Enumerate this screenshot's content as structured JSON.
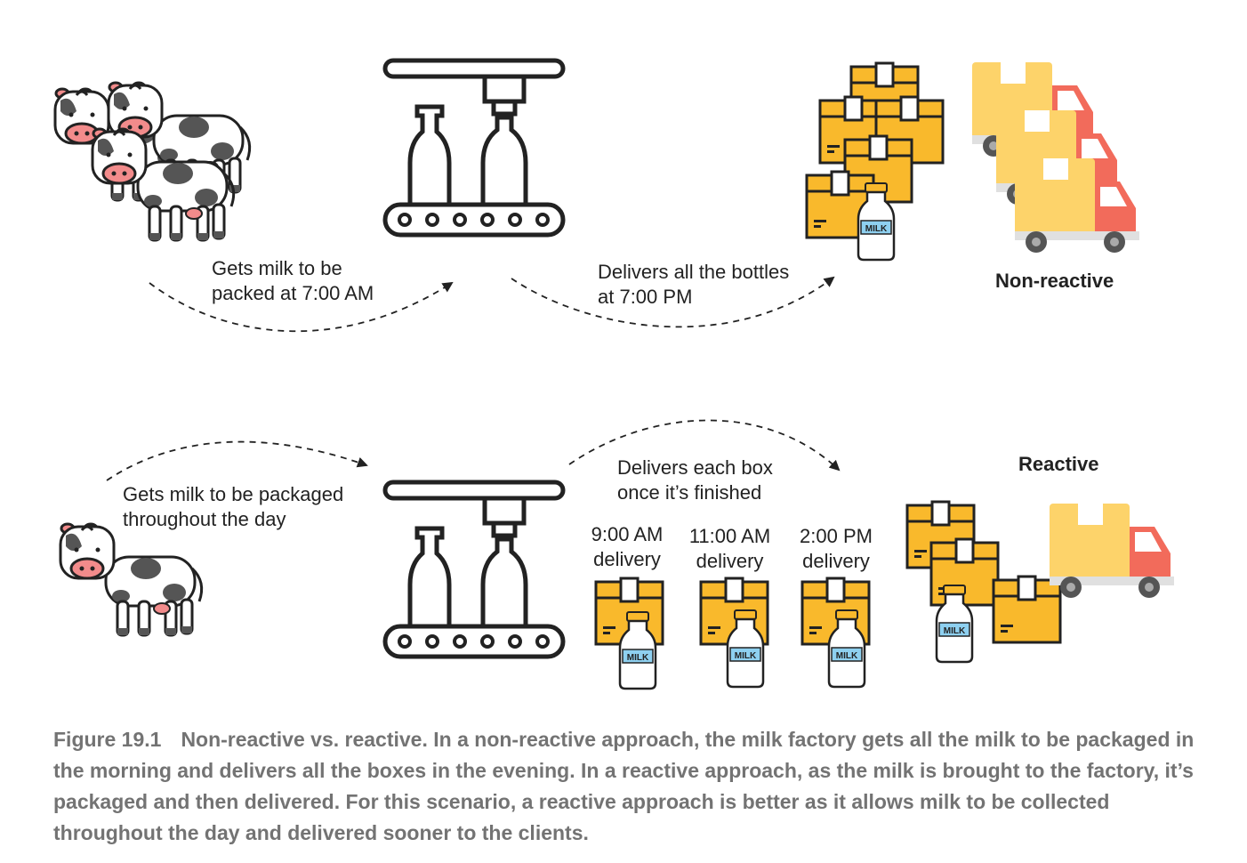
{
  "top": {
    "label_pack": [
      "Gets milk to be",
      "packed at 7:00 AM"
    ],
    "label_deliver": [
      "Delivers all the bottles",
      "at 7:00 PM"
    ],
    "heading": "Non-reactive"
  },
  "bottom": {
    "label_pack": [
      "Gets milk to be packaged",
      "throughout the day"
    ],
    "label_deliver": [
      "Delivers each box",
      "once it’s finished"
    ],
    "heading": "Reactive",
    "deliveries": [
      {
        "time": "9:00 AM",
        "word": "delivery"
      },
      {
        "time": "11:00 AM",
        "word": "delivery"
      },
      {
        "time": "2:00 PM",
        "word": "delivery"
      }
    ]
  },
  "milk_label": "MILK",
  "caption": {
    "number": "Figure 19.1",
    "text": "Non-reactive vs. reactive. In a non-reactive approach, the milk factory gets all the milk to be packaged in the morning and delivers all the boxes in the evening. In a reactive approach, as the milk is brought to the factory, it’s packaged and then delivered. For this scenario, a reactive approach is better as it allows milk to be collected throughout the day and delivered sooner to the clients."
  },
  "colors": {
    "box": "#f9b92c",
    "truck_cab": "#f26b5b",
    "cow_nose": "#f28b8b",
    "milk_label": "#8ed0f0",
    "caption": "#737373"
  }
}
